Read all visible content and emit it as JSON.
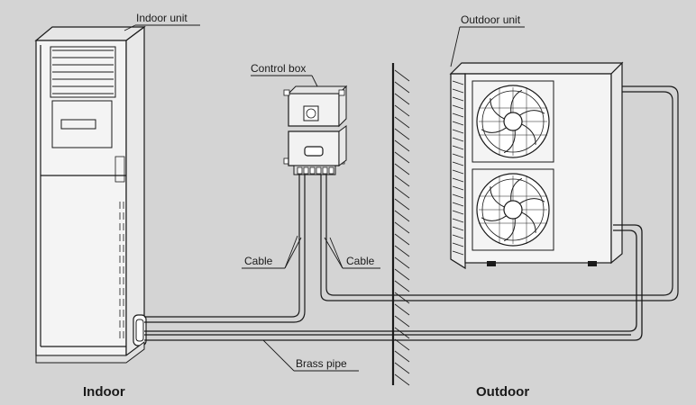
{
  "labels": {
    "indoor_unit": "Indoor unit",
    "outdoor_unit": "Outdoor unit",
    "control_box": "Control box",
    "cable_left": "Cable",
    "cable_right": "Cable",
    "brass_pipe": "Brass pipe"
  },
  "captions": {
    "indoor": "Indoor",
    "outdoor": "Outdoor"
  },
  "colors": {
    "background": "#d4d4d4",
    "line": "#1a1a1a",
    "unit_fill": "#f2f2f2"
  }
}
